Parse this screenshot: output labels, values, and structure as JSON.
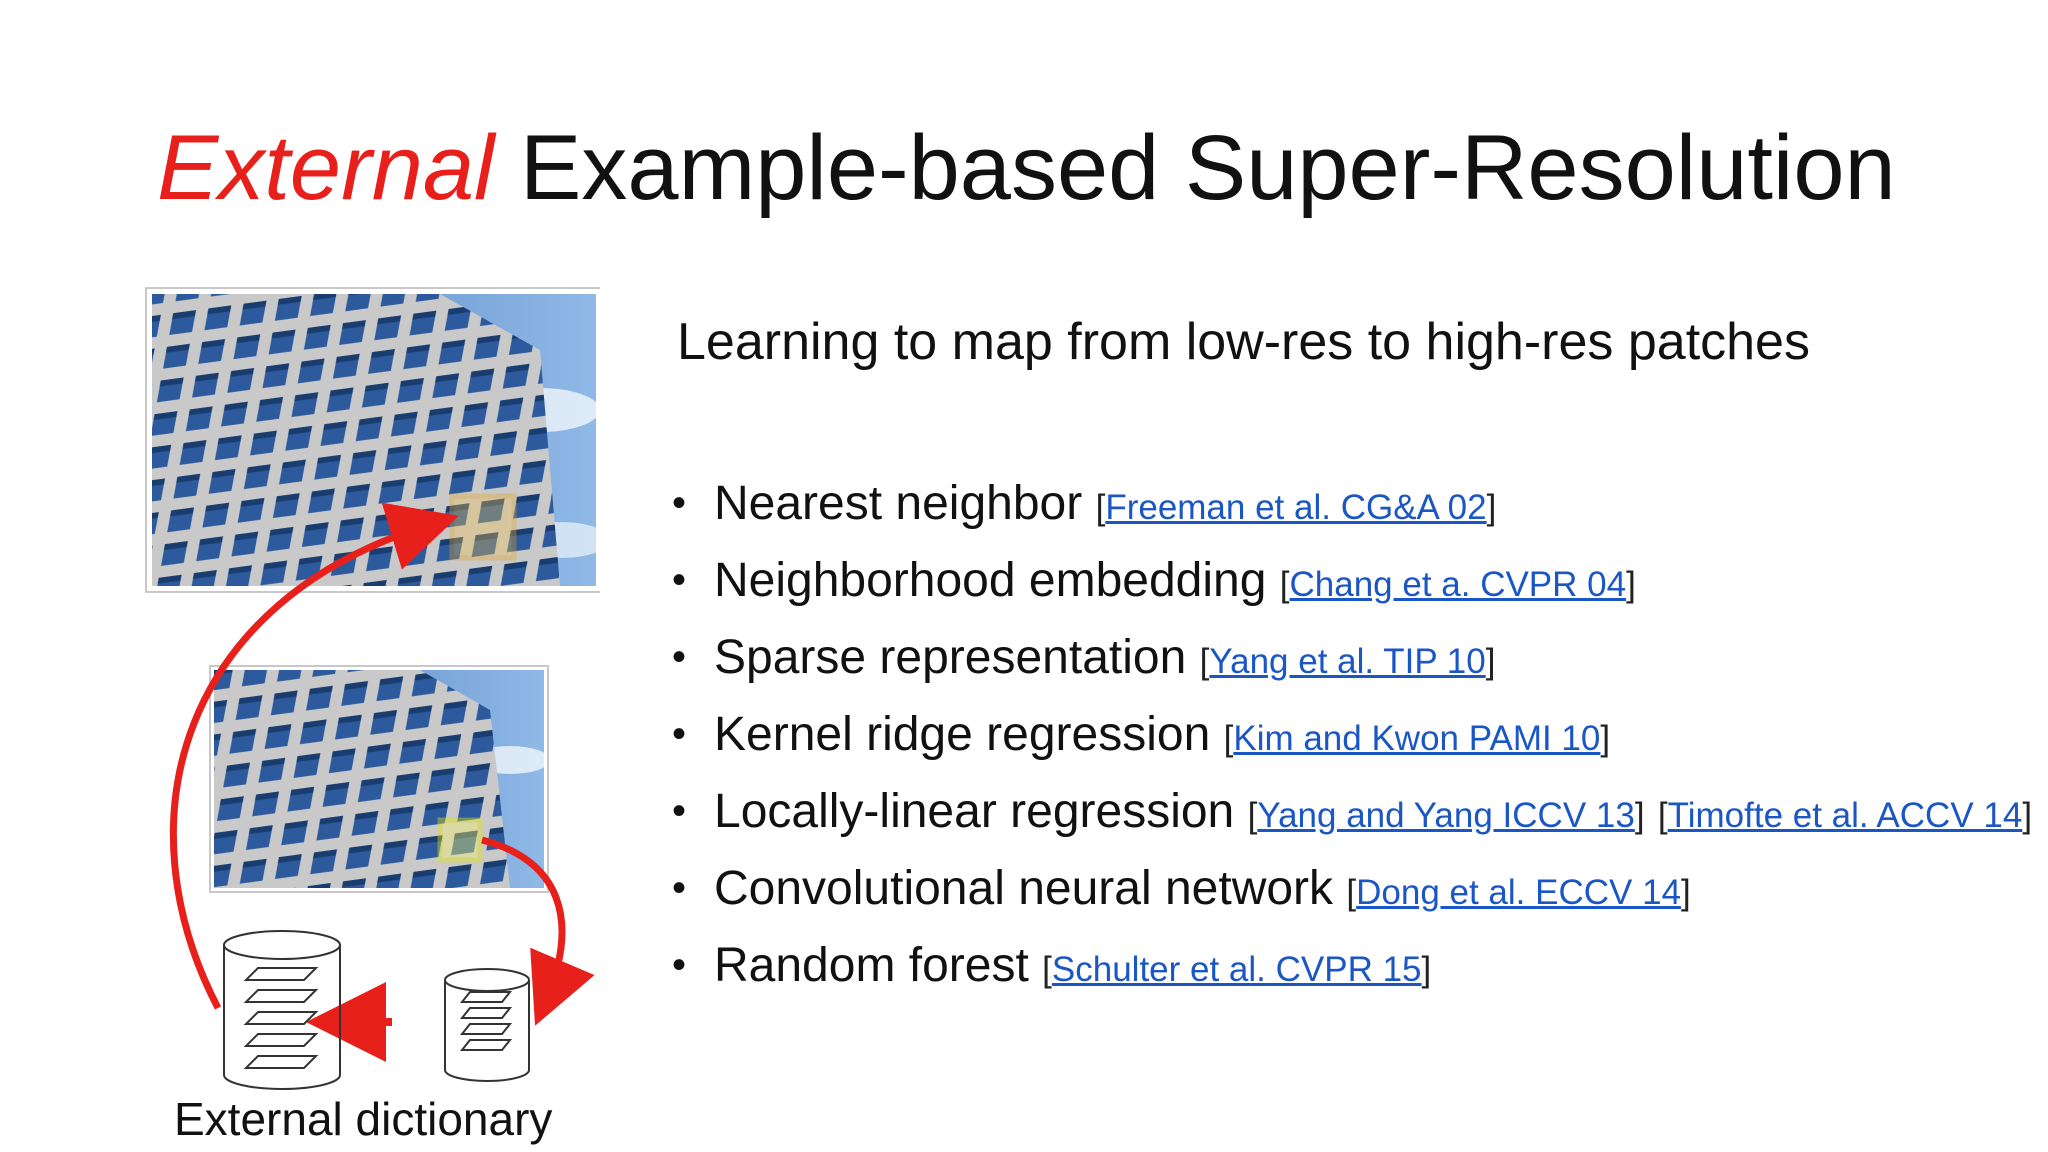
{
  "title": {
    "emphasis": "External",
    "rest": " Example-based Super-Resolution"
  },
  "subtitle": "Learning to map from low-res to high-res patches",
  "items": [
    {
      "label": "Nearest neighbor",
      "cites": [
        "Freeman et al. CG&A 02"
      ]
    },
    {
      "label": "Neighborhood embedding",
      "cites": [
        "Chang et a. CVPR 04"
      ]
    },
    {
      "label": "Sparse representation",
      "cites": [
        "Yang et al. TIP 10"
      ]
    },
    {
      "label": "Kernel ridge regression",
      "cites": [
        "Kim and Kwon PAMI 10"
      ]
    },
    {
      "label": "Locally-linear regression",
      "cites": [
        "Yang and Yang ICCV 13",
        "Timofte et al. ACCV 14"
      ]
    },
    {
      "label": "Convolutional neural network",
      "cites": [
        "Dong et al. ECCV 14"
      ]
    },
    {
      "label": "Random forest",
      "cites": [
        "Schulter et al. CVPR 15"
      ]
    }
  ],
  "caption": "External dictionary",
  "colors": {
    "accent": "#e8201c",
    "link": "#1a56c4",
    "patch_high": "#e8a21c",
    "patch_low": "#e6e600"
  },
  "figure": {
    "images": [
      "building-photo-high-res",
      "building-photo-low-res"
    ],
    "dictionaries": [
      "external-dictionary-cylinder",
      "patch-cylinder"
    ]
  }
}
